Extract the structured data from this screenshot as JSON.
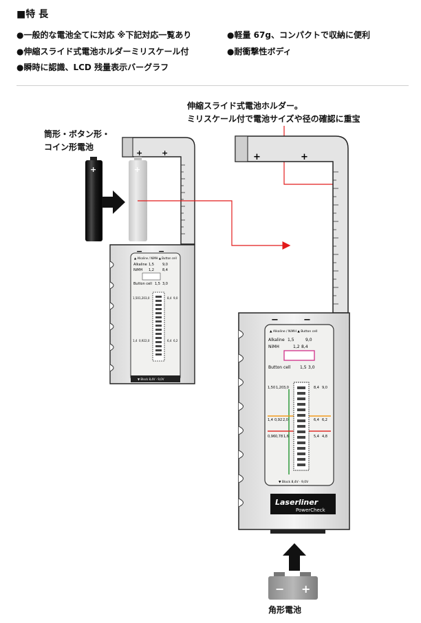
{
  "features": {
    "title": "■特 長",
    "items": [
      "●一般的な電池全てに対応 ※下記対応一覧あり",
      "●伸縮スライド式電池ホルダーミリスケール付",
      "●瞬時に認識、LCD 残量表示バーグラフ",
      "●軽量 67g、コンパクトで収納に便利",
      "●耐衝撃性ボディ"
    ]
  },
  "callouts": {
    "holder_line1": "伸縮スライド式電池ホルダー。",
    "holder_line2": "ミリスケール付で電池サイズや径の確認に重宝",
    "cells_line1": "筒形・ボタン形・",
    "cells_line2": "コイン形電池",
    "square_battery": "角形電池"
  },
  "device": {
    "brand": "Laserliner",
    "model": "PowerCheck",
    "lcd_alkaline": "Alkaline",
    "lcd_nimh": "NiMH",
    "lcd_button": "Button cell",
    "lcd_v15": "1,5",
    "lcd_v90": "9,0",
    "lcd_v12": "1,2",
    "lcd_v84": "8,4",
    "lcd_v30": "3,0",
    "lcd_header": "▲ Alkaline / NiMH  ▲ Button cell",
    "lcd_footer": "▼ Block 8,4V · 9,0V",
    "scale_nums": [
      "1,50",
      "1,20",
      "3,0",
      "8,4",
      "9,0",
      "1,4",
      "0,92",
      "2,0",
      "6,4",
      "6,2",
      "0,96",
      "0,78",
      "1,6",
      "5,4",
      "4,8"
    ]
  },
  "battery_symbols": {
    "plus": "+",
    "minus": "−"
  },
  "colors": {
    "arrow_red": "#e21a1a",
    "scale_green": "#2e9a3b",
    "scale_orange": "#f29a1b",
    "scale_red": "#e0302a",
    "lcd_highlight": "#d23c8f"
  }
}
